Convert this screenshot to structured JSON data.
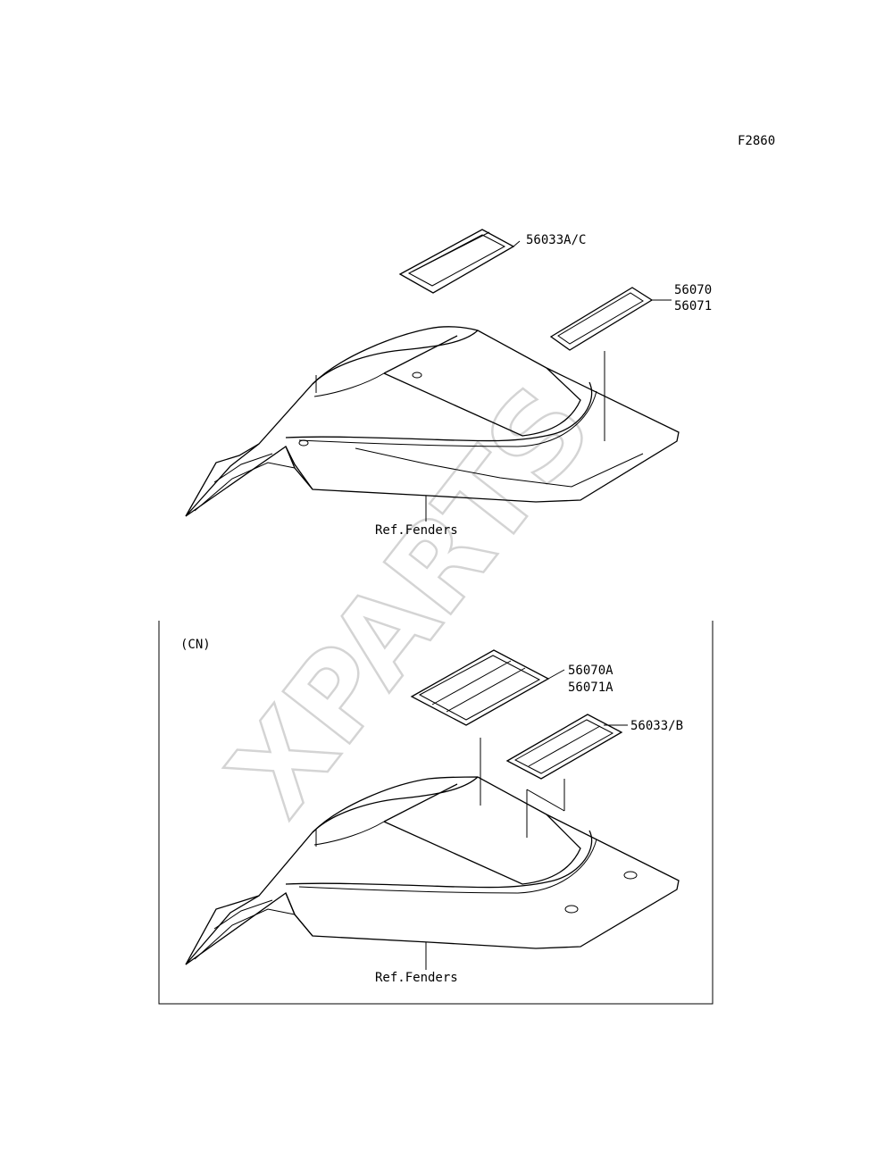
{
  "figure_code": "F2860",
  "watermark": "XPARTS",
  "top_view": {
    "parts": [
      {
        "numbers": [
          "56033A/C"
        ]
      },
      {
        "numbers": [
          "56070",
          "56071"
        ]
      }
    ],
    "ref_label": "Ref.Fenders"
  },
  "cn_view": {
    "variant_label": "(CN)",
    "parts": [
      {
        "numbers": [
          "56070A",
          "56071A"
        ]
      },
      {
        "numbers": [
          "56033/B"
        ]
      }
    ],
    "ref_label": "Ref.Fenders"
  }
}
